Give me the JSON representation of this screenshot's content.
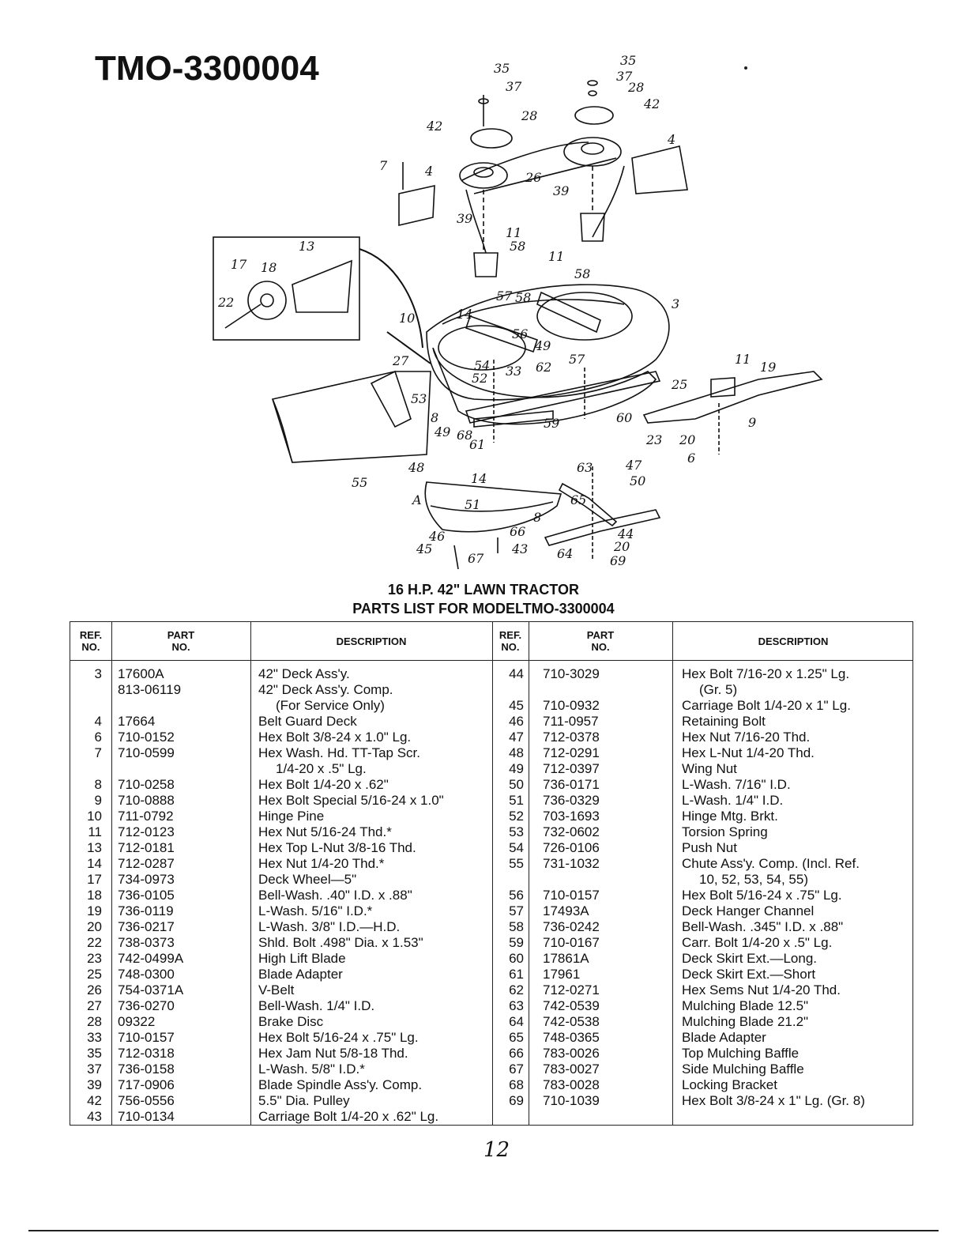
{
  "model_title": "TMO-3300004",
  "caption_line1": "16 H.P. 42\" LAWN TRACTOR",
  "caption_line2": "PARTS LIST FOR MODELTMO-3300004",
  "headers": {
    "ref_no": [
      "REF.",
      "NO."
    ],
    "part_no": [
      "PART",
      "NO."
    ],
    "description": "DESCRIPTION"
  },
  "callouts": [
    "35",
    "37",
    "28",
    "42",
    "35",
    "37",
    "28",
    "42",
    "4",
    "7",
    "4",
    "26",
    "39",
    "39",
    "11",
    "58",
    "13",
    "17",
    "18",
    "22",
    "10",
    "14",
    "11",
    "58",
    "57",
    "58",
    "3",
    "56",
    "49",
    "57",
    "27",
    "54",
    "52",
    "33",
    "62",
    "11",
    "19",
    "25",
    "9",
    "53",
    "8",
    "49",
    "68",
    "61",
    "59",
    "60",
    "23",
    "20",
    "6",
    "55",
    "48",
    "14",
    "51",
    "A",
    "46",
    "66",
    "8",
    "63",
    "47",
    "50",
    "65",
    "44",
    "20",
    "69",
    "45",
    "67",
    "43",
    "64"
  ],
  "left_rows": [
    {
      "ref": "3",
      "part": "17600A",
      "desc": "42\" Deck Ass'y."
    },
    {
      "ref": "",
      "part": "813-06119",
      "desc": "42\" Deck Ass'y. Comp."
    },
    {
      "ref": "",
      "part": "",
      "desc": "(For Service Only)",
      "indent": true
    },
    {
      "ref": "4",
      "part": "17664",
      "desc": "Belt Guard Deck"
    },
    {
      "ref": "6",
      "part": "710-0152",
      "desc": "Hex Bolt 3/8-24 x 1.0\" Lg."
    },
    {
      "ref": "7",
      "part": "710-0599",
      "desc": "Hex Wash. Hd. TT-Tap Scr."
    },
    {
      "ref": "",
      "part": "",
      "desc": "1/4-20 x .5\" Lg.",
      "indent": true
    },
    {
      "ref": "8",
      "part": "710-0258",
      "desc": "Hex Bolt 1/4-20 x .62\""
    },
    {
      "ref": "9",
      "part": "710-0888",
      "desc": "Hex Bolt Special 5/16-24 x 1.0\""
    },
    {
      "ref": "10",
      "part": "711-0792",
      "desc": "Hinge Pine"
    },
    {
      "ref": "11",
      "part": "712-0123",
      "desc": "Hex Nut 5/16-24 Thd.*"
    },
    {
      "ref": "13",
      "part": "712-0181",
      "desc": "Hex Top L-Nut 3/8-16 Thd."
    },
    {
      "ref": "14",
      "part": "712-0287",
      "desc": "Hex Nut 1/4-20 Thd.*"
    },
    {
      "ref": "17",
      "part": "734-0973",
      "desc": "Deck Wheel—5\""
    },
    {
      "ref": "18",
      "part": "736-0105",
      "desc": "Bell-Wash. .40\" I.D. x .88\""
    },
    {
      "ref": "19",
      "part": "736-0119",
      "desc": "L-Wash. 5/16\" I.D.*"
    },
    {
      "ref": "20",
      "part": "736-0217",
      "desc": "L-Wash. 3/8\" I.D.—H.D."
    },
    {
      "ref": "22",
      "part": "738-0373",
      "desc": "Shld. Bolt .498\" Dia. x 1.53\""
    },
    {
      "ref": "23",
      "part": "742-0499A",
      "desc": "High Lift Blade"
    },
    {
      "ref": "25",
      "part": "748-0300",
      "desc": "Blade Adapter"
    },
    {
      "ref": "26",
      "part": "754-0371A",
      "desc": "V-Belt"
    },
    {
      "ref": "27",
      "part": "736-0270",
      "desc": "Bell-Wash. 1/4\" I.D."
    },
    {
      "ref": "28",
      "part": "09322",
      "desc": "Brake Disc"
    },
    {
      "ref": "33",
      "part": "710-0157",
      "desc": "Hex Bolt 5/16-24 x .75\" Lg."
    },
    {
      "ref": "35",
      "part": "712-0318",
      "desc": "Hex Jam Nut 5/8-18 Thd."
    },
    {
      "ref": "37",
      "part": "736-0158",
      "desc": "L-Wash. 5/8\" I.D.*"
    },
    {
      "ref": "39",
      "part": "717-0906",
      "desc": "Blade Spindle Ass'y. Comp."
    },
    {
      "ref": "42",
      "part": "756-0556",
      "desc": "5.5\" Dia. Pulley"
    },
    {
      "ref": "43",
      "part": "710-0134",
      "desc": "Carriage Bolt 1/4-20 x .62\" Lg."
    }
  ],
  "right_rows": [
    {
      "ref": "44",
      "part": "710-3029",
      "desc": "Hex Bolt 7/16-20 x 1.25\" Lg."
    },
    {
      "ref": "",
      "part": "",
      "desc": "(Gr. 5)",
      "indent": true
    },
    {
      "ref": "45",
      "part": "710-0932",
      "desc": "Carriage Bolt 1/4-20 x 1\" Lg."
    },
    {
      "ref": "46",
      "part": "711-0957",
      "desc": "Retaining Bolt"
    },
    {
      "ref": "47",
      "part": "712-0378",
      "desc": "Hex Nut 7/16-20 Thd."
    },
    {
      "ref": "48",
      "part": "712-0291",
      "desc": "Hex L-Nut 1/4-20 Thd."
    },
    {
      "ref": "49",
      "part": "712-0397",
      "desc": "Wing Nut"
    },
    {
      "ref": "50",
      "part": "736-0171",
      "desc": "L-Wash. 7/16\" I.D."
    },
    {
      "ref": "51",
      "part": "736-0329",
      "desc": "L-Wash. 1/4\" I.D."
    },
    {
      "ref": "52",
      "part": "703-1693",
      "desc": "Hinge Mtg. Brkt."
    },
    {
      "ref": "53",
      "part": "732-0602",
      "desc": "Torsion Spring"
    },
    {
      "ref": "54",
      "part": "726-0106",
      "desc": "Push Nut"
    },
    {
      "ref": "55",
      "part": "731-1032",
      "desc": "Chute Ass'y. Comp. (Incl. Ref."
    },
    {
      "ref": "",
      "part": "",
      "desc": "10, 52, 53, 54, 55)",
      "indent": true
    },
    {
      "ref": "56",
      "part": "710-0157",
      "desc": "Hex Bolt 5/16-24 x .75\" Lg."
    },
    {
      "ref": "57",
      "part": "17493A",
      "desc": "Deck Hanger Channel"
    },
    {
      "ref": "58",
      "part": "736-0242",
      "desc": "Bell-Wash. .345\" I.D. x .88\""
    },
    {
      "ref": "59",
      "part": "710-0167",
      "desc": "Carr. Bolt 1/4-20 x .5\" Lg."
    },
    {
      "ref": "60",
      "part": "17861A",
      "desc": "Deck Skirt Ext.—Long."
    },
    {
      "ref": "61",
      "part": "17961",
      "desc": "Deck Skirt Ext.—Short"
    },
    {
      "ref": "62",
      "part": "712-0271",
      "desc": "Hex Sems Nut 1/4-20 Thd."
    },
    {
      "ref": "63",
      "part": "742-0539",
      "desc": "Mulching Blade 12.5\""
    },
    {
      "ref": "64",
      "part": "742-0538",
      "desc": "Mulching Blade 21.2\""
    },
    {
      "ref": "65",
      "part": "748-0365",
      "desc": "Blade Adapter"
    },
    {
      "ref": "66",
      "part": "783-0026",
      "desc": "Top Mulching Baffle"
    },
    {
      "ref": "67",
      "part": "783-0027",
      "desc": "Side Mulching Baffle"
    },
    {
      "ref": "68",
      "part": "783-0028",
      "desc": "Locking Bracket"
    },
    {
      "ref": "69",
      "part": "710-1039",
      "desc": "Hex Bolt 3/8-24 x 1\" Lg. (Gr. 8)"
    }
  ],
  "page_number": "12"
}
